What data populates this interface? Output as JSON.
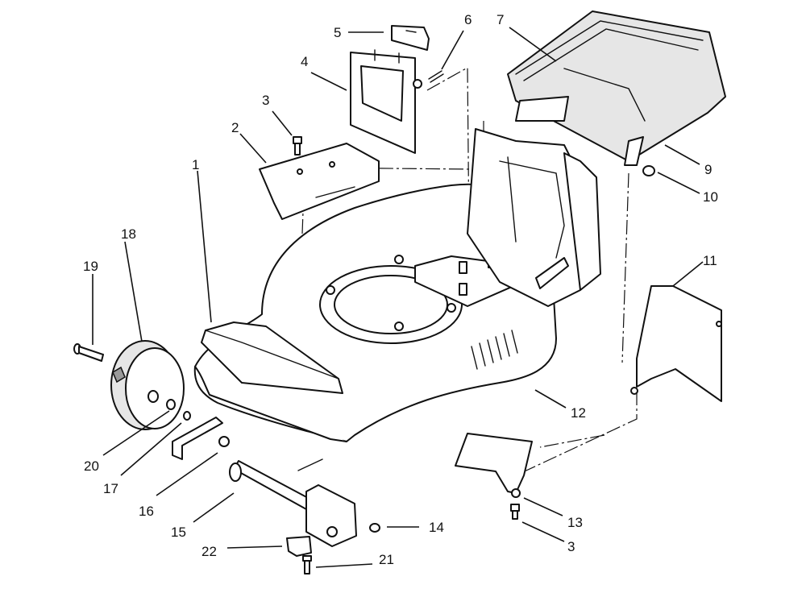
{
  "diagram": {
    "type": "exploded-parts-view",
    "callouts": [
      {
        "id": "c1",
        "label": "1"
      },
      {
        "id": "c2",
        "label": "2"
      },
      {
        "id": "c3a",
        "label": "3"
      },
      {
        "id": "c4",
        "label": "4"
      },
      {
        "id": "c5",
        "label": "5"
      },
      {
        "id": "c6",
        "label": "6"
      },
      {
        "id": "c7",
        "label": "7"
      },
      {
        "id": "c9",
        "label": "9"
      },
      {
        "id": "c10",
        "label": "10"
      },
      {
        "id": "c11",
        "label": "11"
      },
      {
        "id": "c12",
        "label": "12"
      },
      {
        "id": "c13",
        "label": "13"
      },
      {
        "id": "c3b",
        "label": "3"
      },
      {
        "id": "c14",
        "label": "14"
      },
      {
        "id": "c15",
        "label": "15"
      },
      {
        "id": "c16",
        "label": "16"
      },
      {
        "id": "c17",
        "label": "17"
      },
      {
        "id": "c18",
        "label": "18"
      },
      {
        "id": "c19",
        "label": "19"
      },
      {
        "id": "c20",
        "label": "20"
      },
      {
        "id": "c21",
        "label": "21"
      },
      {
        "id": "c22",
        "label": "22"
      }
    ]
  }
}
